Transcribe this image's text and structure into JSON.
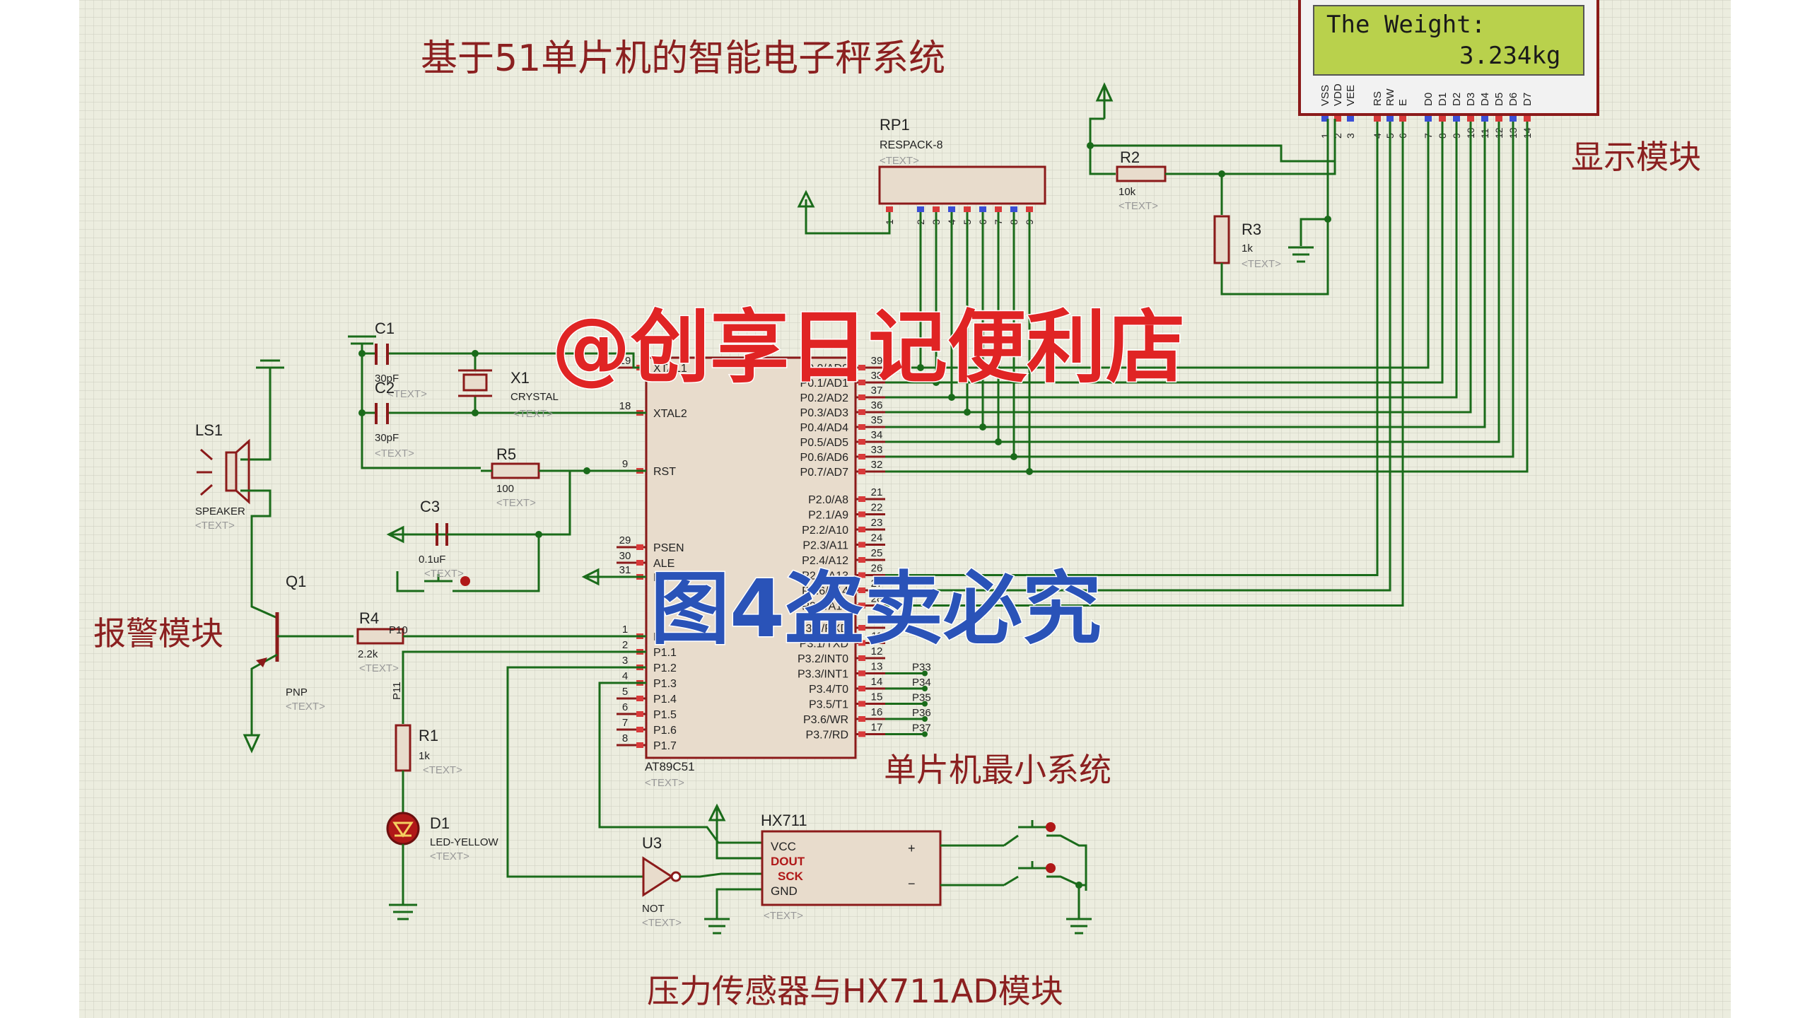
{
  "titles": {
    "main": "基于51单片机的智能电子秤系统",
    "display_module": "显示模块",
    "alarm_module": "报警模块",
    "mcu_min_system": "单片机最小系统",
    "sensor_module": "压力传感器与HX711AD模块"
  },
  "watermarks": {
    "top": "@创享日记便利店",
    "middle": "图4盗卖必究"
  },
  "lcd": {
    "line1": "The Weight:",
    "line2": "3.234kg",
    "pin_names": [
      "VSS",
      "VDD",
      "VEE",
      "RS",
      "RW",
      "E",
      "D0",
      "D1",
      "D2",
      "D3",
      "D4",
      "D5",
      "D6",
      "D7"
    ],
    "pin_numbers": [
      "1",
      "2",
      "3",
      "4",
      "5",
      "6",
      "7",
      "8",
      "9",
      "10",
      "11",
      "12",
      "13",
      "14"
    ]
  },
  "components": {
    "rp1": {
      "ref": "RP1",
      "value": "RESPACK-8",
      "text": "<TEXT>",
      "pins": [
        "1",
        "2",
        "3",
        "4",
        "5",
        "6",
        "7",
        "8",
        "9"
      ]
    },
    "r2": {
      "ref": "R2",
      "value": "10k",
      "text": "<TEXT>"
    },
    "r3": {
      "ref": "R3",
      "value": "1k",
      "text": "<TEXT>"
    },
    "c1": {
      "ref": "C1",
      "value": "30pF",
      "text": "<TEXT>"
    },
    "c2": {
      "ref": "C2",
      "value": "30pF",
      "text": "<TEXT>"
    },
    "x1": {
      "ref": "X1",
      "value": "CRYSTAL",
      "text": "<TEXT>"
    },
    "r5": {
      "ref": "R5",
      "value": "100",
      "text": "<TEXT>"
    },
    "c3": {
      "ref": "C3",
      "value": "0.1uF",
      "text": "<TEXT>"
    },
    "ls1": {
      "ref": "LS1",
      "value": "SPEAKER",
      "text": "<TEXT>"
    },
    "q1": {
      "ref": "Q1",
      "value": "PNP",
      "text": "<TEXT>"
    },
    "r4": {
      "ref": "R4",
      "value": "2.2k",
      "text": "<TEXT>",
      "net": "P10"
    },
    "r1": {
      "ref": "R1",
      "value": "1k",
      "text": "<TEXT>",
      "net": "P11"
    },
    "d1": {
      "ref": "D1",
      "value": "LED-YELLOW",
      "text": "<TEXT>"
    },
    "u3": {
      "ref": "U3",
      "value": "NOT",
      "text": "<TEXT>"
    },
    "hx711": {
      "ref": "HX711",
      "text": "<TEXT>",
      "pins": [
        "VCC",
        "DOUT",
        "SCK",
        "GND"
      ],
      "plus": "+",
      "minus": "−"
    }
  },
  "mcu": {
    "name": "AT89C51",
    "text": "<TEXT>",
    "left_pins": [
      {
        "num": "19",
        "label": "XTAL1"
      },
      {
        "num": "18",
        "label": "XTAL2"
      },
      {
        "num": "9",
        "label": "RST"
      },
      {
        "num": "29",
        "label": "PSEN"
      },
      {
        "num": "30",
        "label": "ALE"
      },
      {
        "num": "31",
        "label": "EA"
      },
      {
        "num": "1",
        "label": "P1.0"
      },
      {
        "num": "2",
        "label": "P1.1"
      },
      {
        "num": "3",
        "label": "P1.2"
      },
      {
        "num": "4",
        "label": "P1.3"
      },
      {
        "num": "5",
        "label": "P1.4"
      },
      {
        "num": "6",
        "label": "P1.5"
      },
      {
        "num": "7",
        "label": "P1.6"
      },
      {
        "num": "8",
        "label": "P1.7"
      }
    ],
    "right_pins": [
      {
        "num": "39",
        "label": "P0.0/AD0"
      },
      {
        "num": "38",
        "label": "P0.1/AD1"
      },
      {
        "num": "37",
        "label": "P0.2/AD2"
      },
      {
        "num": "36",
        "label": "P0.3/AD3"
      },
      {
        "num": "35",
        "label": "P0.4/AD4"
      },
      {
        "num": "34",
        "label": "P0.5/AD5"
      },
      {
        "num": "33",
        "label": "P0.6/AD6"
      },
      {
        "num": "32",
        "label": "P0.7/AD7"
      },
      {
        "num": "21",
        "label": "P2.0/A8"
      },
      {
        "num": "22",
        "label": "P2.1/A9"
      },
      {
        "num": "23",
        "label": "P2.2/A10"
      },
      {
        "num": "24",
        "label": "P2.3/A11"
      },
      {
        "num": "25",
        "label": "P2.4/A12"
      },
      {
        "num": "26",
        "label": "P2.5/A13"
      },
      {
        "num": "27",
        "label": "P2.6/A14"
      },
      {
        "num": "28",
        "label": "P2.7/A15"
      },
      {
        "num": "10",
        "label": "P3.0/RXD"
      },
      {
        "num": "11",
        "label": "P3.1/TXD"
      },
      {
        "num": "12",
        "label": "P3.2/INT0"
      },
      {
        "num": "13",
        "label": "P3.3/INT1"
      },
      {
        "num": "14",
        "label": "P3.4/T0"
      },
      {
        "num": "15",
        "label": "P3.5/T1"
      },
      {
        "num": "16",
        "label": "P3.6/WR"
      },
      {
        "num": "17",
        "label": "P3.7/RD"
      }
    ],
    "p3_nets": [
      "P33",
      "P34",
      "P35",
      "P36",
      "P37"
    ]
  },
  "colors": {
    "wire": "#1a6b1a",
    "component": "#8b1a1a",
    "title": "#8b2020",
    "lcd_screen": "#b9d14c",
    "watermark_top": "#e02424",
    "watermark_mid": "#2a53b8"
  }
}
